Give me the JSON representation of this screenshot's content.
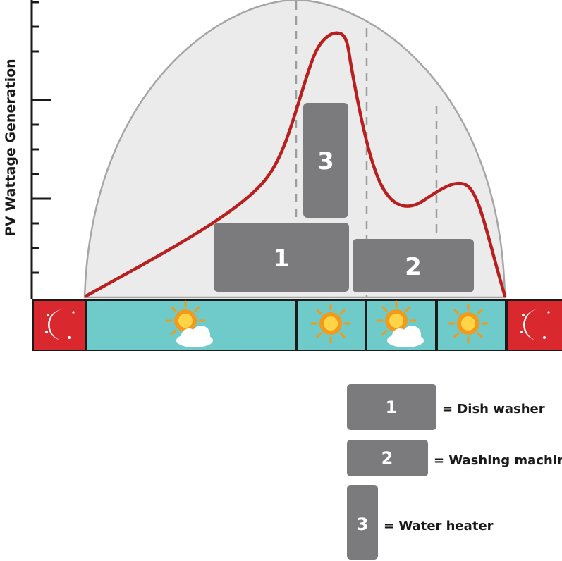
{
  "diagram": {
    "y_axis_label": "PV Wattage Generation",
    "boxes": [
      {
        "number": "1",
        "label": "Dish washer"
      },
      {
        "number": "2",
        "label": "Washing machine"
      },
      {
        "number": "3",
        "label": "Water heater"
      }
    ],
    "timeline": [
      "night-icon",
      "sun-cloud-icon",
      "sun-icon",
      "sun-cloud-icon",
      "sun-icon",
      "night-icon"
    ]
  },
  "legend": [
    {
      "number": "1",
      "text": "= Dish washer"
    },
    {
      "number": "2",
      "text": "= Washing machine"
    },
    {
      "number": "3",
      "text": "= Water heater"
    }
  ],
  "colors": {
    "curve": "#b8201f",
    "bell_fill": "#ebebeb",
    "bell_stroke": "#a6a6a6",
    "box": "#7b7b7e",
    "day": "#6ecbca",
    "night": "#d9282e",
    "sun": "#f29a1a"
  }
}
